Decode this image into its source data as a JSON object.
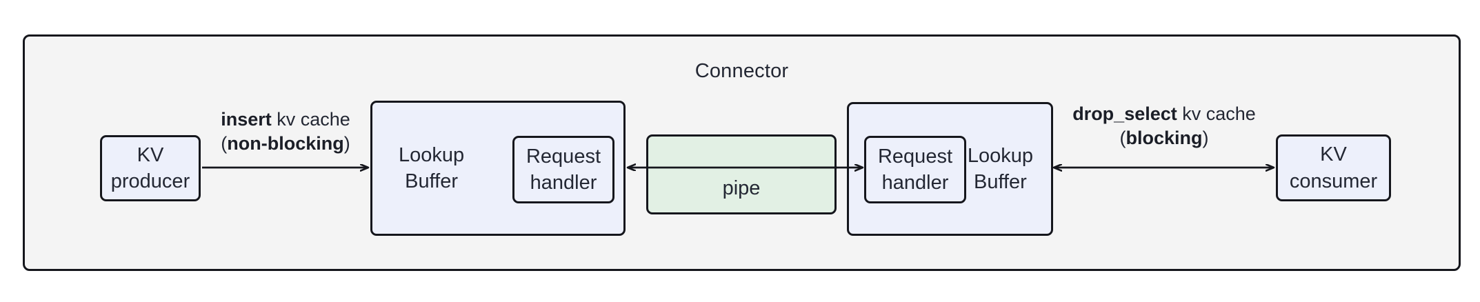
{
  "diagram": {
    "type": "flow",
    "title": "Connector",
    "nodes": [
      {
        "id": "kv-producer",
        "label": "KV\nproducer",
        "fill": "#edf0fb",
        "stroke": "#15161c"
      },
      {
        "id": "lookup-buffer-left",
        "label": "Lookup\nBuffer",
        "fill": "#edf0fb",
        "stroke": "#15161c"
      },
      {
        "id": "request-handler-left",
        "label": "Request\nhandler",
        "fill": "#edf0fb",
        "stroke": "#15161c"
      },
      {
        "id": "pipe",
        "label": "pipe",
        "fill": "#e2f0e4",
        "stroke": "#15161c"
      },
      {
        "id": "request-handler-right",
        "label": "Request\nhandler",
        "fill": "#edf0fb",
        "stroke": "#15161c"
      },
      {
        "id": "lookup-buffer-right",
        "label": "Lookup\nBuffer",
        "fill": "#edf0fb",
        "stroke": "#15161c"
      },
      {
        "id": "kv-consumer",
        "label": "KV\nconsumer",
        "fill": "#edf0fb",
        "stroke": "#15161c"
      }
    ],
    "edges": [
      {
        "id": "edge-insert",
        "from": "kv-producer",
        "to": "lookup-buffer-left",
        "direction": "forward",
        "label_line1_bold": "insert",
        "label_line1_rest": " kv cache",
        "label_line2_prefix": "(",
        "label_line2_bold": "non-blocking",
        "label_line2_suffix": ")"
      },
      {
        "id": "edge-pipe-left",
        "from": "pipe",
        "to": "lookup-buffer-left",
        "direction": "backward",
        "label_line1_bold": "",
        "label_line1_rest": "",
        "label_line2_prefix": "",
        "label_line2_bold": "",
        "label_line2_suffix": ""
      },
      {
        "id": "edge-pipe-right",
        "from": "pipe",
        "to": "request-handler-right",
        "direction": "forward",
        "label_line1_bold": "",
        "label_line1_rest": "",
        "label_line2_prefix": "",
        "label_line2_bold": "",
        "label_line2_suffix": ""
      },
      {
        "id": "edge-drop-select",
        "from": "lookup-buffer-right",
        "to": "kv-consumer",
        "direction": "bidirectional",
        "label_line1_bold": "drop_select",
        "label_line1_rest": " kv cache",
        "label_line2_prefix": "(",
        "label_line2_bold": "blocking",
        "label_line2_suffix": ")"
      }
    ],
    "colors": {
      "container_fill": "#f4f4f4",
      "node_fill_blue": "#edf0fb",
      "node_fill_green": "#e2f0e4",
      "stroke": "#15161c",
      "text": "#232733",
      "page_background": "#ffffff"
    }
  },
  "nodes": {
    "kv_producer": {
      "line1": "KV",
      "line2": "producer"
    },
    "lookup_buffer_left": {
      "line1": "Lookup",
      "line2": "Buffer"
    },
    "request_handler_left": {
      "line1": "Request",
      "line2": "handler"
    },
    "pipe": {
      "label": "pipe"
    },
    "request_handler_right": {
      "line1": "Request",
      "line2": "handler"
    },
    "lookup_buffer_right": {
      "line1": "Lookup",
      "line2": "Buffer"
    },
    "kv_consumer": {
      "line1": "KV",
      "line2": "consumer"
    }
  },
  "labels": {
    "connector_title": "Connector",
    "insert": {
      "bold1": "insert",
      "rest1": " kv cache",
      "pre2": "(",
      "bold2": "non-blocking",
      "post2": ")"
    },
    "drop_select": {
      "bold1": "drop_select",
      "rest1": " kv cache",
      "pre2": "(",
      "bold2": "blocking",
      "post2": ")"
    }
  }
}
